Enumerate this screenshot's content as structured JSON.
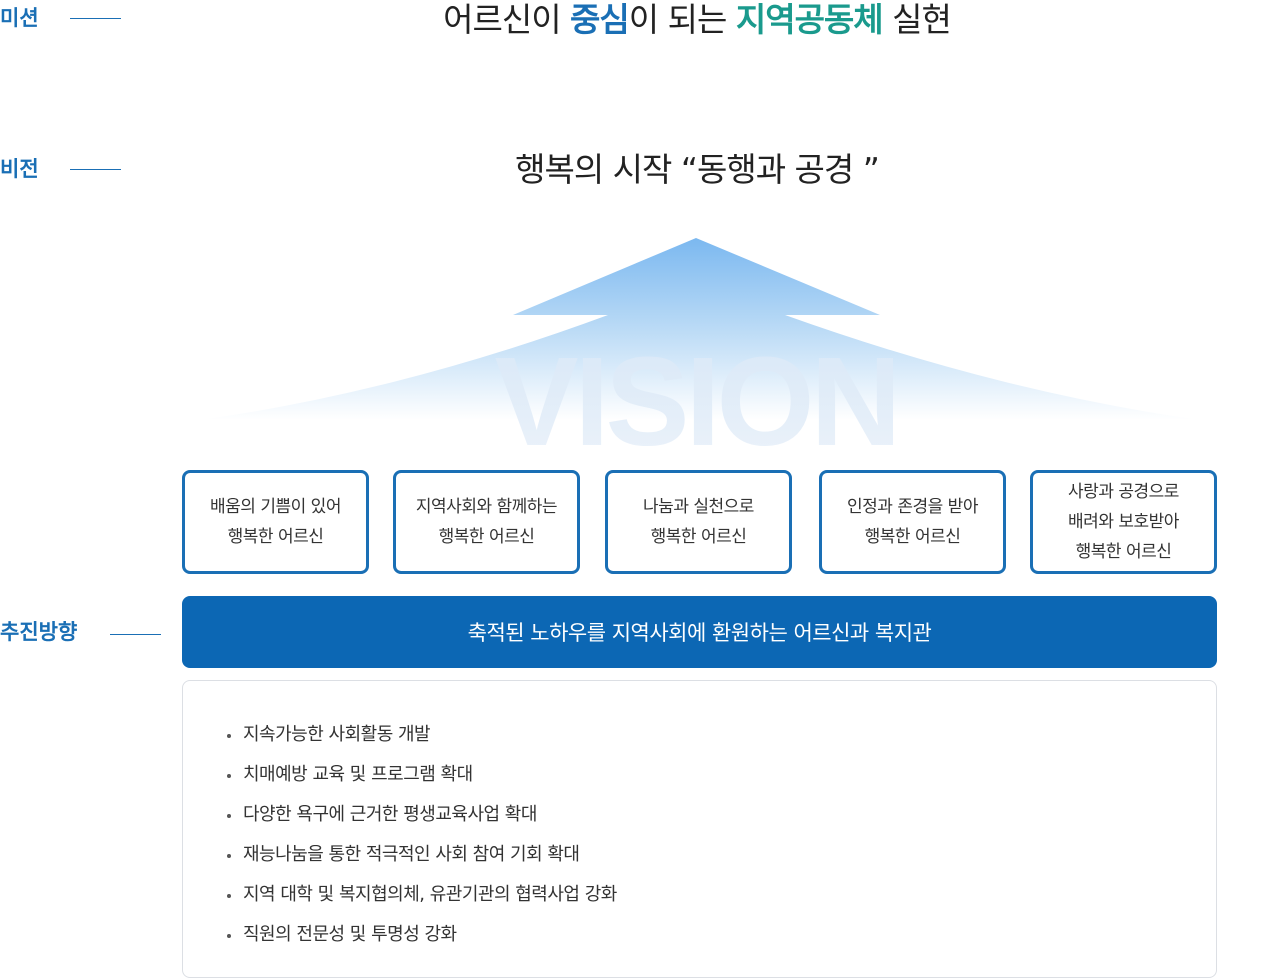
{
  "labels": {
    "mission": "미션",
    "vision": "비전",
    "direction": "추진방향"
  },
  "mission": {
    "part1": "어르신이 ",
    "highlight1": "중심",
    "part2": "이 되는 ",
    "highlight2": "지역공동체",
    "part3": " 실현"
  },
  "vision": {
    "text": "행복의 시작 “동행과 공경 ”",
    "watermark": "VISION"
  },
  "values": [
    {
      "line1": "배움의 기쁨이 있어",
      "line2": "행복한 어르신"
    },
    {
      "line1": "지역사회와 함께하는",
      "line2": "행복한 어르신"
    },
    {
      "line1": "나눔과 실천으로",
      "line2": "행복한 어르신"
    },
    {
      "line1": "인정과 존경을 받아",
      "line2": "행복한 어르신"
    },
    {
      "line1": "사랑과 공경으로",
      "line2": "배려와 보호받아",
      "line3": "행복한 어르신"
    }
  ],
  "direction": {
    "text": "축적된 노하우를  지역사회에 환원하는 어르신과 복지관"
  },
  "tasks": [
    "지속가능한 사회활동 개발",
    "치매예방 교육 및 프로그램 확대",
    "다양한 욕구에 근거한 평생교육사업 확대",
    "재능나눔을 통한 적극적인 사회 참여 기회 확대",
    "지역 대학 및 복지협의체, 유관기관의 협력사업 강화",
    "직원의 전문성 및 투명성 강화"
  ],
  "colors": {
    "primary_blue": "#1a6fb5",
    "bar_blue": "#0c67b4",
    "teal": "#1a9a8d",
    "arrow_top": "#7bb8f0"
  }
}
